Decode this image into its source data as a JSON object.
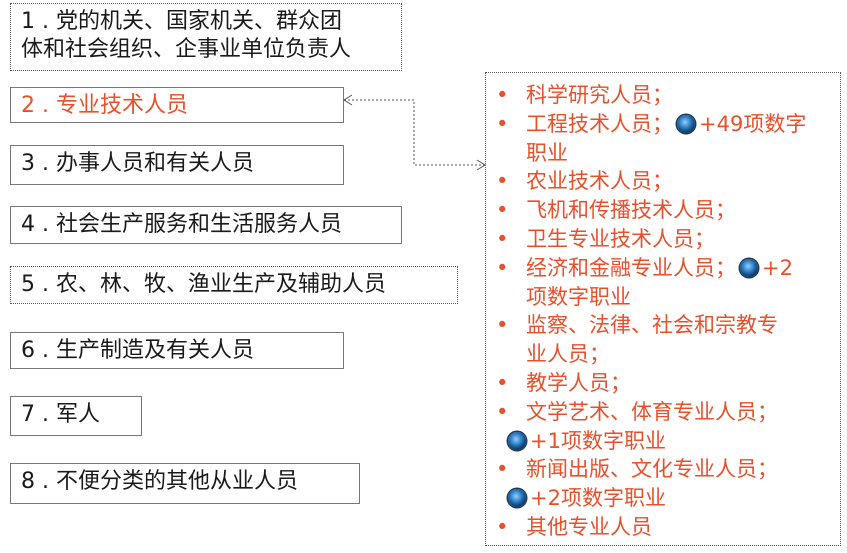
{
  "categories": [
    {
      "num": "1",
      "text": "党的机关、国家机关、群众团",
      "text2": "体和社会组织、企事业单位负责人"
    },
    {
      "num": "2",
      "text": "专业技术人员"
    },
    {
      "num": "3",
      "text": "办事人员和有关人员"
    },
    {
      "num": "4",
      "text": "社会生产服务和生活服务人员"
    },
    {
      "num": "5",
      "text": "农、林、牧、渔业生产及辅助人员"
    },
    {
      "num": "6",
      "text": "生产制造及有关人员"
    },
    {
      "num": "7",
      "text": "军人"
    },
    {
      "num": "8",
      "text": "不便分类的其他从业人员"
    }
  ],
  "subcategories": [
    {
      "line1": "科学研究人员；"
    },
    {
      "line1": "工程技术人员；",
      "extra": "+49项数字",
      "line2": "职业"
    },
    {
      "line1": "农业技术人员；"
    },
    {
      "line1": "飞机和传播技术人员；"
    },
    {
      "line1": "卫生专业技术人员；"
    },
    {
      "line1": "经济和金融专业人员；",
      "extra": "+2",
      "line2": "项数字职业"
    },
    {
      "line1": "监察、法律、社会和宗教专",
      "line2": "业人员；"
    },
    {
      "line1": "教学人员；"
    },
    {
      "line1": "文学艺术、体育专业人员；",
      "line2": "+1项数字职业"
    },
    {
      "line1": "新闻出版、文化专业人员；",
      "line2": "+2项数字职业"
    },
    {
      "line1": "其他专业人员"
    }
  ],
  "separator": ".",
  "bullet": "•",
  "colors": {
    "highlight": "#e8502a",
    "text": "#1a1a1a",
    "border": "#555555",
    "badge": "#1f6fb6"
  },
  "icons": {
    "digital-job-badge": "blue-circle-icon"
  }
}
